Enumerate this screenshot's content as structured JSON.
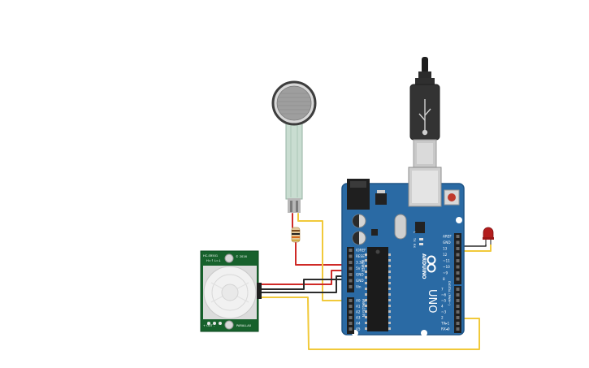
{
  "colors": {
    "board": "#2a6aa4",
    "board_edge": "#1f5485",
    "pir_board": "#17612c",
    "wire_red": "#cf2a27",
    "wire_black": "#2b2b2b",
    "wire_yellow": "#f1c93a",
    "led": "#b31d1d",
    "usb": "#3a3a3a"
  },
  "arduino": {
    "brand": "ARDUINO",
    "model": "UNO",
    "icon": "arduino-infinity-icon",
    "power_label": "POWER",
    "analog_label": "ANALOG IN",
    "digital_label": "DIGITAL (PWM~)",
    "tx_label": "TX",
    "rx_label": "RX",
    "l_label": "L",
    "power_pins": [
      "IOREF",
      "RESET",
      "3.3V",
      "5V",
      "GND",
      "GND",
      "Vin"
    ],
    "analog_pins": [
      "A0",
      "A1",
      "A2",
      "A3",
      "A4",
      "A5"
    ],
    "digital_top": [
      "AREF",
      "GND",
      "13",
      "12",
      "~11",
      "~10",
      "~9",
      "8"
    ],
    "digital_bottom": [
      "7",
      "~6",
      "~5",
      "4",
      "~3",
      "2",
      "TX▸1",
      "RX◂0"
    ]
  },
  "pir": {
    "label_tl": "HC-SR501",
    "label_tl2": "H=↑ L=↓",
    "label_tr": "© 2016",
    "label_bl": "+ OUT -",
    "label_br": "PARALLAX"
  }
}
